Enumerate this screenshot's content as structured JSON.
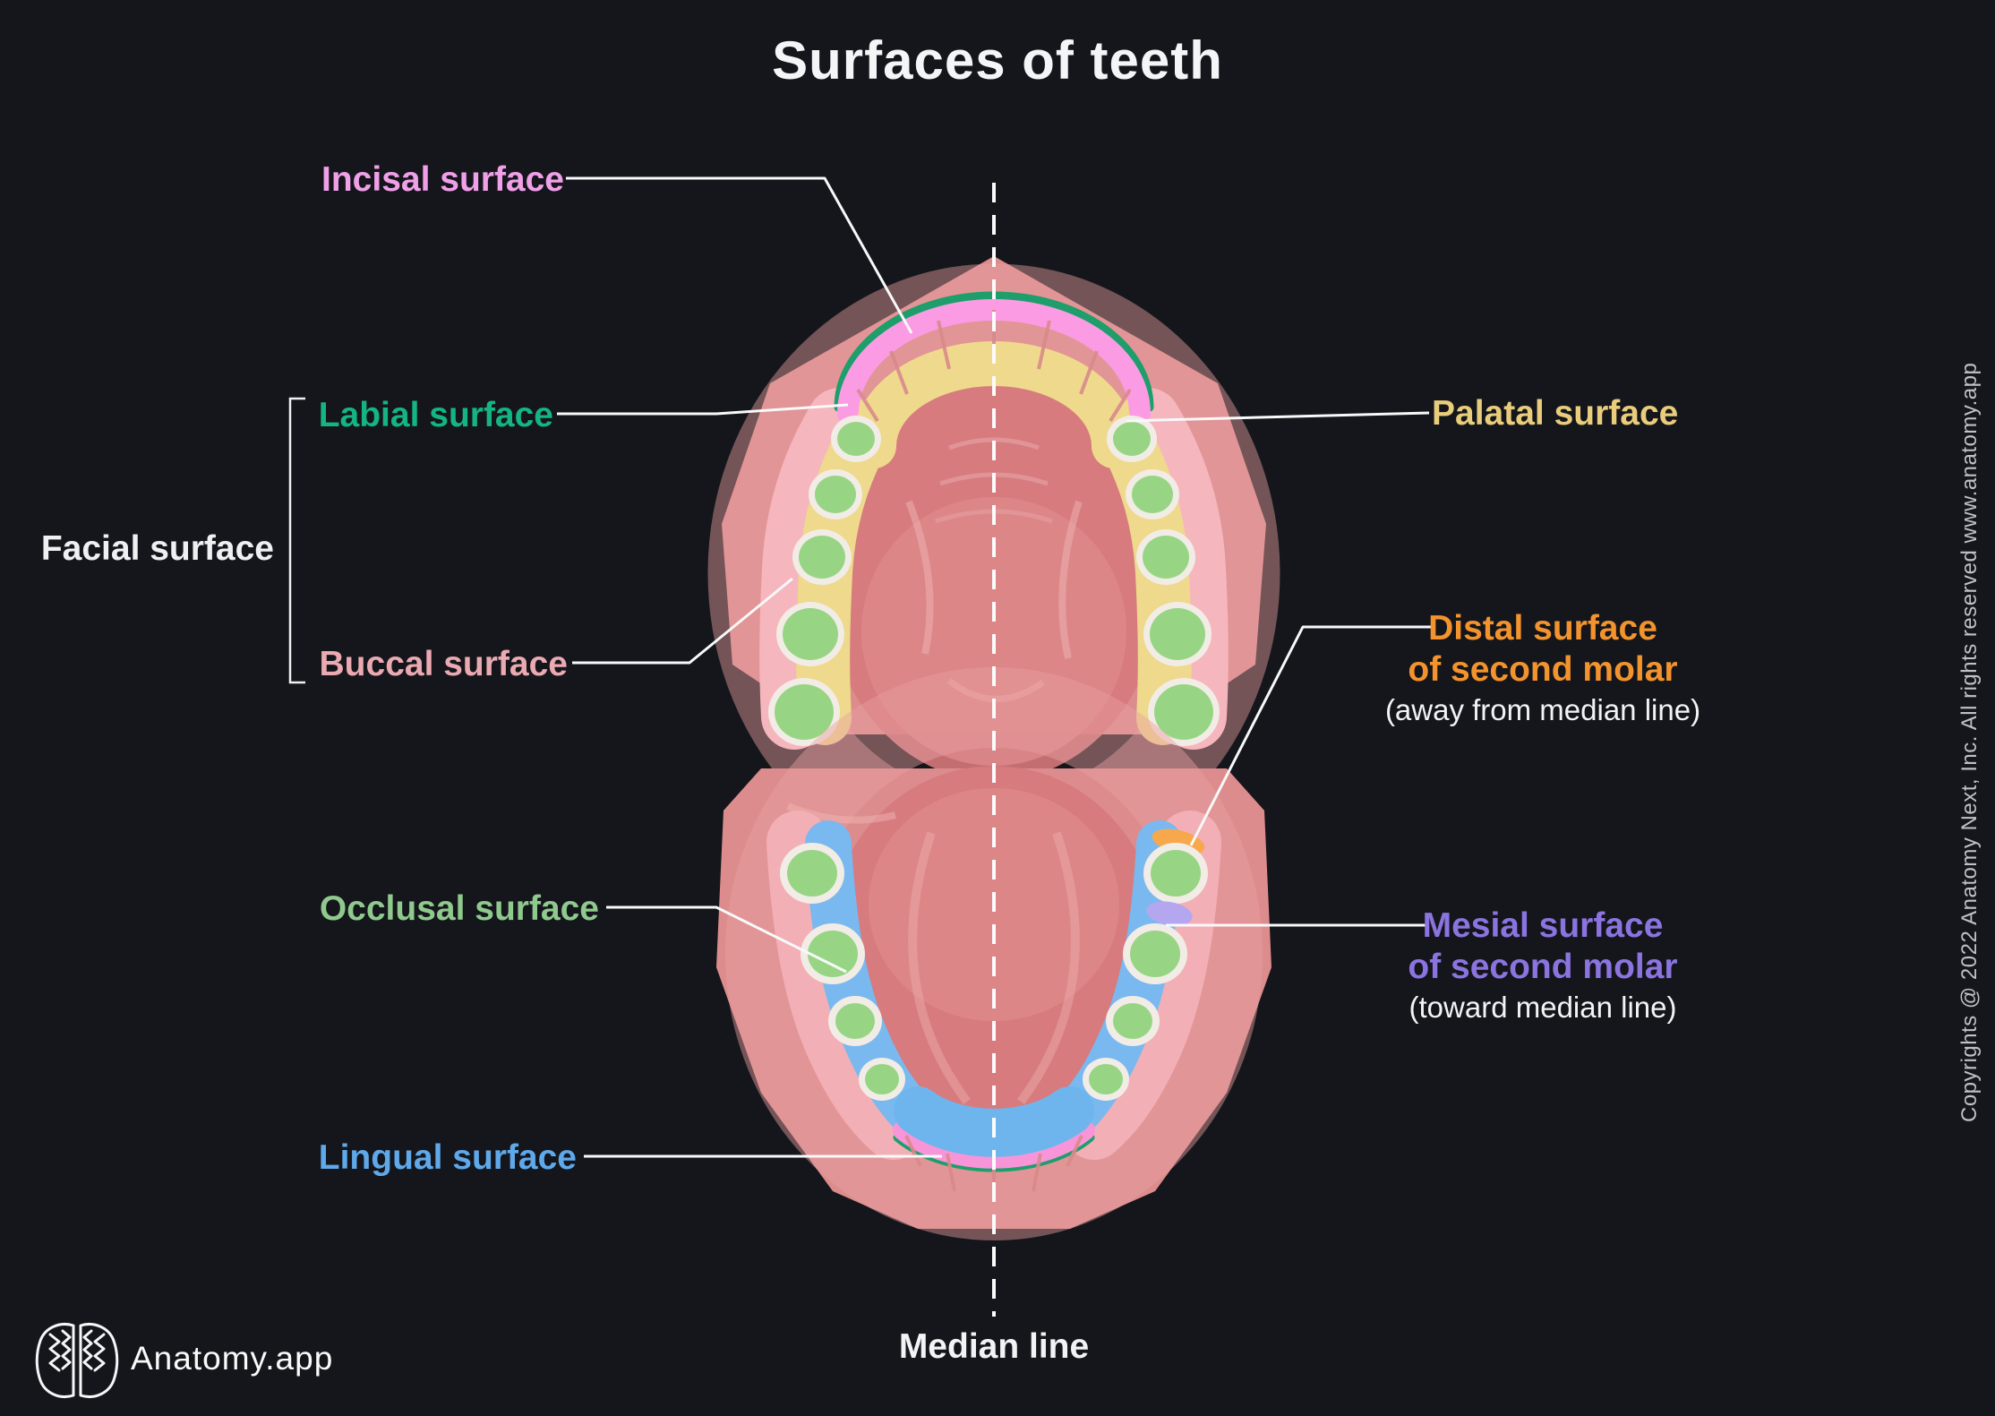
{
  "title": "Surfaces of teeth",
  "labels": {
    "incisal": {
      "text": "Incisal surface",
      "color": "#f0a0e8"
    },
    "labial": {
      "text": "Labial surface",
      "color": "#14b583"
    },
    "facial": {
      "text": "Facial surface",
      "color": "#eef0f2"
    },
    "buccal": {
      "text": "Buccal surface",
      "color": "#ebaab2"
    },
    "palatal": {
      "text": "Palatal surface",
      "color": "#e9cc7c"
    },
    "distal": {
      "line1": "Distal surface",
      "line2": "of second molar",
      "note": "(away from median line)",
      "color": "#f3932e"
    },
    "mesial": {
      "line1": "Mesial surface",
      "line2": "of second molar",
      "note": "(toward median line)",
      "color": "#8b74e0"
    },
    "occlusal": {
      "text": "Occlusal surface",
      "color": "#8fc98d"
    },
    "lingual": {
      "text": "Lingual surface",
      "color": "#5fa8ea"
    },
    "median": {
      "text": "Median line",
      "color": "#f2f3f5"
    }
  },
  "footer": {
    "brand": "Anatomy.app",
    "logo_icon": "brain-logo-icon"
  },
  "copyright": "Copyrights @ 2022 Anatomy Next, Inc. All rights reserved www.anatomy.app",
  "palette": {
    "background": "#14161b",
    "gum": "#dd8c8d",
    "palate": "#d6797c",
    "incisal_highlight": "#fb9be3",
    "palatal_highlight": "#efd98c",
    "occlusal_highlight": "#97d584",
    "lingual_highlight": "#79b9ef",
    "buccal_highlight": "#f3afb6",
    "distal_highlight": "#f8a84c",
    "mesial_highlight": "#b5a6f0",
    "edge_green": "#1d9e6b",
    "leader_line": "#f8f9fa"
  }
}
